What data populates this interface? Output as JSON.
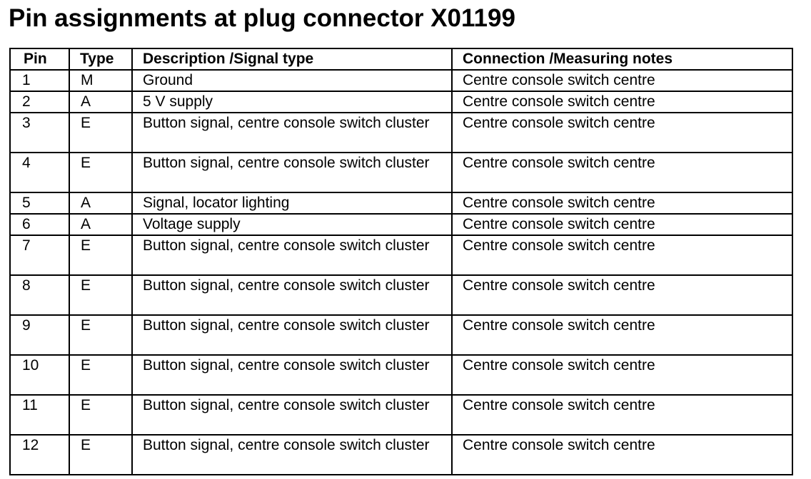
{
  "document": {
    "title": "Pin assignments at plug connector X01199"
  },
  "table": {
    "headers": {
      "pin": "Pin",
      "type": "Type",
      "description": "Description /Signal type",
      "connection": "Connection /Measuring notes"
    },
    "rows": [
      {
        "pin": "1",
        "type": "M",
        "description": "Ground",
        "connection": "Centre console switch centre"
      },
      {
        "pin": "2",
        "type": "A",
        "description": "5 V supply",
        "connection": "Centre console switch centre"
      },
      {
        "pin": "3",
        "type": "E",
        "description": "Button signal, centre console switch cluster",
        "connection": "Centre console switch centre"
      },
      {
        "pin": "4",
        "type": "E",
        "description": "Button signal, centre console switch cluster",
        "connection": "Centre console switch centre"
      },
      {
        "pin": "5",
        "type": "A",
        "description": "Signal, locator lighting",
        "connection": "Centre console switch centre"
      },
      {
        "pin": "6",
        "type": "A",
        "description": "Voltage supply",
        "connection": "Centre console switch centre"
      },
      {
        "pin": "7",
        "type": "E",
        "description": "Button signal, centre console switch cluster",
        "connection": "Centre console switch centre"
      },
      {
        "pin": "8",
        "type": "E",
        "description": "Button signal, centre console switch cluster",
        "connection": "Centre console switch centre"
      },
      {
        "pin": "9",
        "type": "E",
        "description": "Button signal, centre console switch cluster",
        "connection": "Centre console switch centre"
      },
      {
        "pin": "10",
        "type": "E",
        "description": "Button signal, centre console switch cluster",
        "connection": "Centre console switch centre"
      },
      {
        "pin": "11",
        "type": "E",
        "description": "Button signal, centre console switch cluster",
        "connection": "Centre console switch centre"
      },
      {
        "pin": "12",
        "type": "E",
        "description": "Button signal, centre console switch cluster",
        "connection": "Centre console switch centre"
      }
    ]
  }
}
